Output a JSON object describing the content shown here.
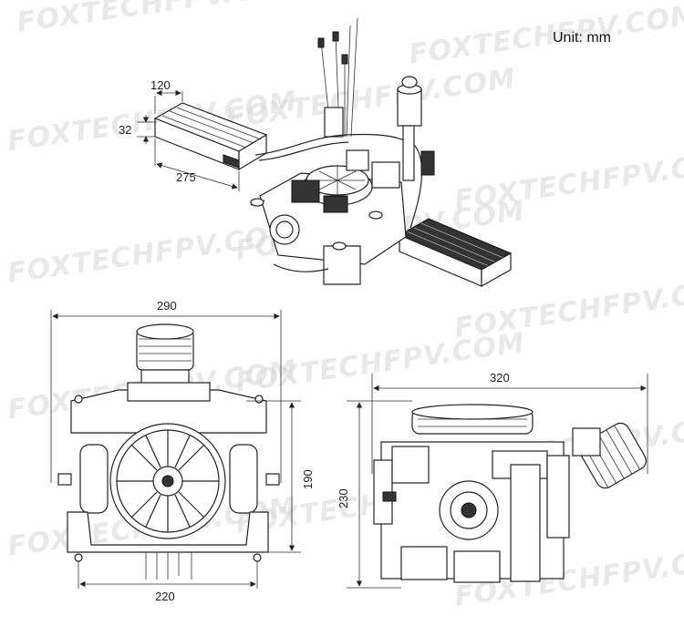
{
  "watermark": "FOXTECHFPV.COM",
  "unit_label": "Unit: mm",
  "dimensions": {
    "top_radiator_width": "120",
    "top_radiator_height": "32",
    "top_radiator_length": "275",
    "front_width": "290",
    "front_height": "190",
    "front_base_width": "220",
    "side_width": "320",
    "side_height": "230"
  }
}
